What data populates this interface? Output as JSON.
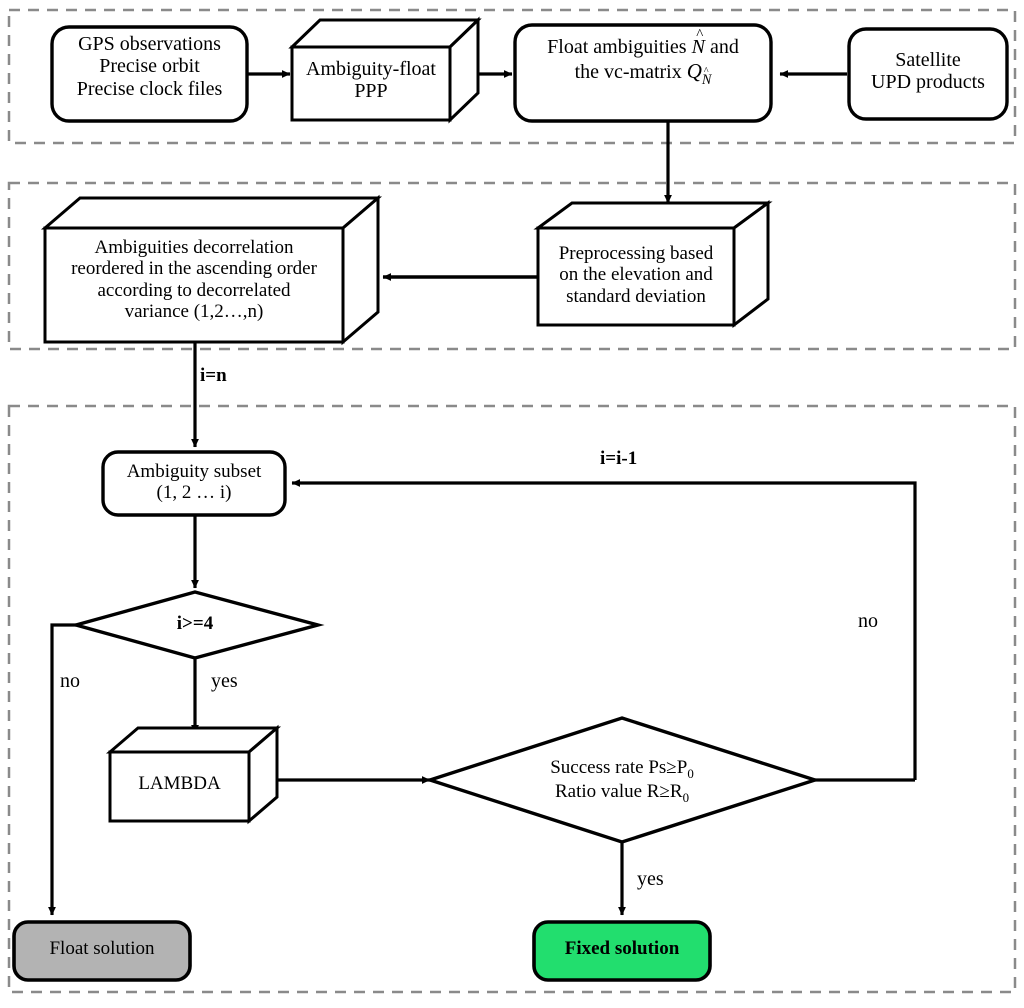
{
  "diagram": {
    "title": "PPP ambiguity resolution flowchart",
    "colors": {
      "float_solution_fill": "#b3b3b3",
      "fixed_solution_fill": "#22de6e",
      "stroke": "#000000",
      "group_border": "#808080",
      "background": "#ffffff"
    },
    "groups": [
      {
        "id": "group-input",
        "name": "input-stage"
      },
      {
        "id": "group-preprocess",
        "name": "decorrelation-stage"
      },
      {
        "id": "group-search",
        "name": "partial-ambiguity-resolution-stage"
      }
    ],
    "nodes": {
      "gps_input": {
        "shape": "rounded-rect",
        "lines": [
          "GPS observations",
          "Precise orbit",
          "Precise clock files"
        ]
      },
      "ambiguity_float_ppp": {
        "shape": "cuboid",
        "lines": [
          "Ambiguity-float",
          "PPP"
        ]
      },
      "float_ambiguities": {
        "shape": "rounded-rect",
        "line1_pre": "Float ambiguities ",
        "line1_sym": "N",
        "line1_post": " and",
        "line2_pre": "the vc-matrix  ",
        "line2_sym": "Q",
        "line2_sub": "N"
      },
      "satellite_upd": {
        "shape": "rounded-rect",
        "lines": [
          "Satellite",
          "UPD products"
        ]
      },
      "preprocessing": {
        "shape": "cuboid",
        "lines": [
          "Preprocessing based",
          "on the elevation and",
          "standard deviation"
        ]
      },
      "decorrelation": {
        "shape": "cuboid",
        "lines": [
          "Ambiguities decorrelation",
          "reordered in the ascending order",
          "according to decorrelated",
          "variance (1,2…,n)"
        ]
      },
      "ambiguity_subset": {
        "shape": "rounded-rect",
        "lines": [
          "Ambiguity subset",
          "(1, 2 … i)"
        ]
      },
      "decision_i": {
        "shape": "diamond",
        "lines": [
          "i>=4"
        ]
      },
      "lambda": {
        "shape": "cuboid",
        "lines": [
          "LAMBDA"
        ]
      },
      "decision_success": {
        "shape": "diamond",
        "line1_pre": "Success rate Ps≥P",
        "line1_sub": "0",
        "line2_pre": "Ratio value R≥R",
        "line2_sub": "0"
      },
      "float_solution": {
        "shape": "rounded-rect",
        "lines": [
          "Float solution"
        ]
      },
      "fixed_solution": {
        "shape": "rounded-rect",
        "lines": [
          "Fixed solution"
        ]
      }
    },
    "edge_labels": {
      "i_equals_n": "i=n",
      "i_decrement": "i=i-1",
      "decision_i_no": "no",
      "decision_i_yes": "yes",
      "decision_success_no": "no",
      "decision_success_yes": "yes"
    }
  }
}
